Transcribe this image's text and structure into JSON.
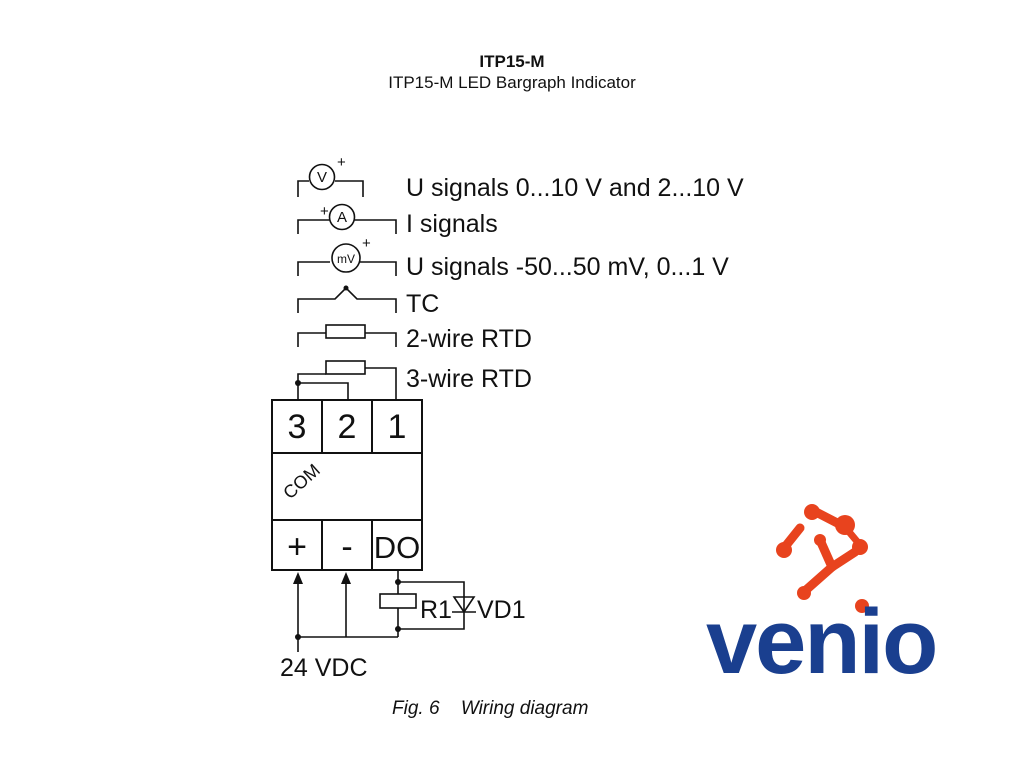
{
  "header": {
    "title": "ITP15-M",
    "subtitle": "ITP15-M LED Bargraph Indicator"
  },
  "inputs": [
    {
      "label": "U signals 0...10 V and 2...10 V",
      "symbol": "V"
    },
    {
      "label": "I signals",
      "symbol": "A"
    },
    {
      "label": "U signals -50...50 mV, 0...1 V",
      "symbol": "mV"
    },
    {
      "label": "TC"
    },
    {
      "label": "2-wire RTD"
    },
    {
      "label": "3-wire RTD"
    }
  ],
  "terminals": {
    "top": [
      "3",
      "2",
      "1"
    ],
    "com": "COM",
    "bottom": [
      "+",
      "-",
      "DO"
    ]
  },
  "components": {
    "resistor": "R1",
    "diode": "VD1",
    "supply": "24 VDC"
  },
  "plus_sign": "+",
  "caption": {
    "fig": "Fig. 6",
    "text": "Wiring diagram"
  },
  "logo": {
    "text": "venio",
    "text_color": "#1a3f8f",
    "accent_color": "#e8431e"
  }
}
